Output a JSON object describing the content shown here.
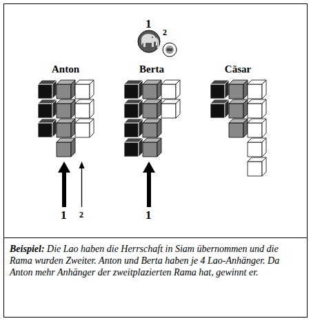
{
  "diagram": {
    "caption": "Die Lao haben die Herrschaft in Siam übernommen und die Rama wurden Zweiter. Anton und Berta haben je 4 Lao-Anhänger. Da Anton mehr Anhänger der zweitplazierten Rama hat, gewinnt er.",
    "labels": [
      "1",
      "2",
      "Anton",
      "Berta",
      "Cäsar",
      "1",
      "2",
      "1",
      "Beispiel:"
    ]
  }
}
